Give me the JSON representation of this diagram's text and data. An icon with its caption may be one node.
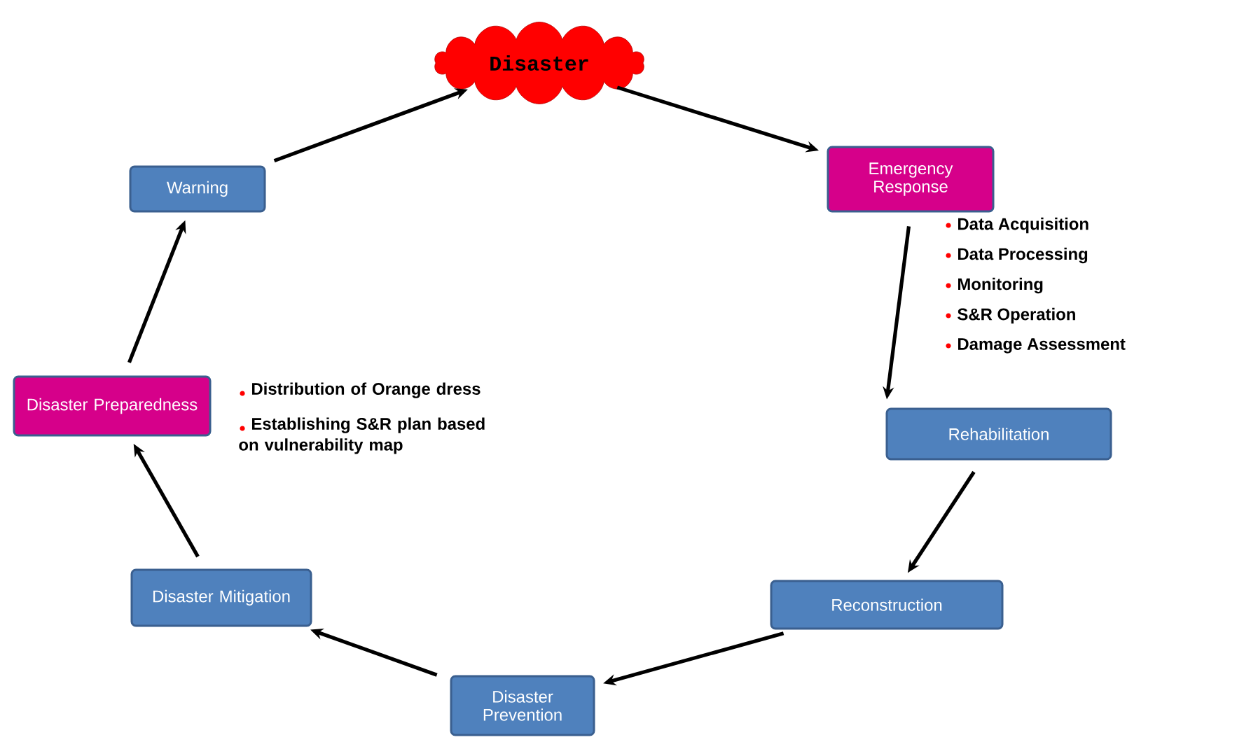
{
  "diagram": {
    "nodes": [
      {
        "text": [
          "Disaster"
        ]
      },
      {
        "text": [
          "Emergency Response"
        ],
        "beside": [
          "Data Acquisition",
          "Data Processing",
          "Monitoring",
          "S&R Operation",
          "Damage Assessment"
        ]
      },
      {
        "text": [
          "Rehabilitation"
        ]
      },
      {
        "text": [
          "Reconstruction"
        ]
      },
      {
        "text": [
          "Disaster Prevention"
        ]
      },
      {
        "text": [
          "Disaster Mitigation"
        ]
      },
      {
        "text": [
          "Disaster Preparedness"
        ],
        "beside": [
          "Distribution of Orange dress",
          "Establishing S&R plan based on vulnerability map"
        ]
      },
      {
        "text": [
          "Warning"
        ]
      }
    ],
    "edges": [
      {
        "from": 0,
        "to": 1,
        "arrow": "to"
      },
      {
        "from": 1,
        "to": 2,
        "arrow": "to"
      },
      {
        "from": 2,
        "to": 3,
        "arrow": "to"
      },
      {
        "from": 3,
        "to": 4,
        "arrow": "to"
      },
      {
        "from": 4,
        "to": 5,
        "arrow": "to"
      },
      {
        "from": 5,
        "to": 6,
        "arrow": "to"
      },
      {
        "from": 6,
        "to": 7,
        "arrow": "to"
      },
      {
        "from": 7,
        "to": 0,
        "arrow": "to"
      }
    ]
  }
}
